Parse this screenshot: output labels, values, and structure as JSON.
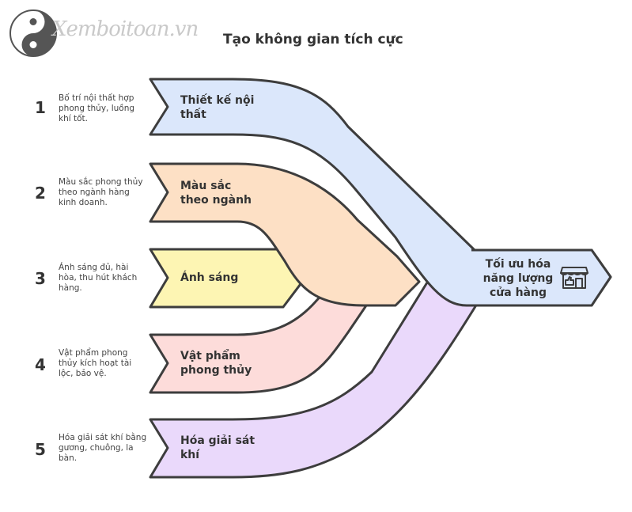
{
  "watermark": "Xemboitoan.vn",
  "title": "Tạo không gian tích cực",
  "steps": [
    {
      "number": "1",
      "label_line1": "Thiết kế nội",
      "label_line2": "thất",
      "description": "Bố trí nội thất hợp phong thủy, luồng khí tốt.",
      "color": "#dbe7fb"
    },
    {
      "number": "2",
      "label_line1": "Màu sắc",
      "label_line2": "theo ngành",
      "description": "Màu sắc phong thủy theo ngành hàng kinh doanh.",
      "color": "#fde0c5"
    },
    {
      "number": "3",
      "label_line1": "Ánh sáng",
      "label_line2": "",
      "description": "Ánh sáng đủ, hài hòa, thu hút khách hàng.",
      "color": "#fdf5b3"
    },
    {
      "number": "4",
      "label_line1": "Vật phẩm",
      "label_line2": "phong thủy",
      "description": "Vật phẩm phong thủy kích hoạt tài lộc, bảo vệ.",
      "color": "#fddcda"
    },
    {
      "number": "5",
      "label_line1": "Hóa giải sát",
      "label_line2": "khí",
      "description": "Hóa giải sát khí bằng gương, chuông, la bàn.",
      "color": "#ead9fb"
    }
  ],
  "output": {
    "line1": "Tối ưu hóa",
    "line2": "năng lượng",
    "line3": "cửa hàng",
    "color": "#dbe7fb",
    "icon": "storefront-icon"
  },
  "outline_color": "#3d3d3d"
}
